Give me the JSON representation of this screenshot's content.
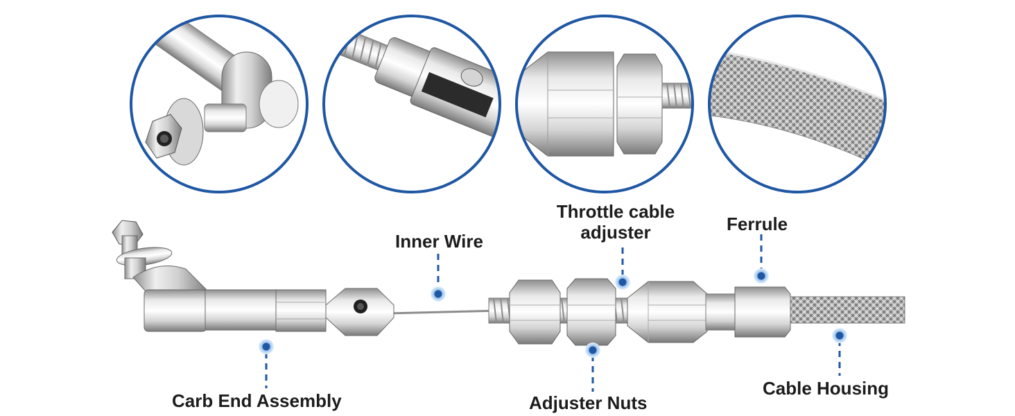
{
  "colors": {
    "accent_blue": "#1f57a3",
    "marker_halo": "#cfe3f7",
    "text": "#1c1c1c",
    "metal_light": "#f2f2f2",
    "metal_dark": "#8a8a8a"
  },
  "callouts": {
    "inner_wire": "Inner Wire",
    "throttle_adjuster_line1": "Throttle cable",
    "throttle_adjuster_line2": "adjuster",
    "ferrule": "Ferrule",
    "carb_end_assembly": "Carb End Assembly",
    "adjuster_nuts": "Adjuster Nuts",
    "cable_housing": "Cable Housing"
  },
  "detail_views": [
    {
      "icon": "carb-end-closeup-icon"
    },
    {
      "icon": "clevis-closeup-icon"
    },
    {
      "icon": "adjuster-closeup-icon"
    },
    {
      "icon": "braided-housing-closeup-icon"
    }
  ]
}
